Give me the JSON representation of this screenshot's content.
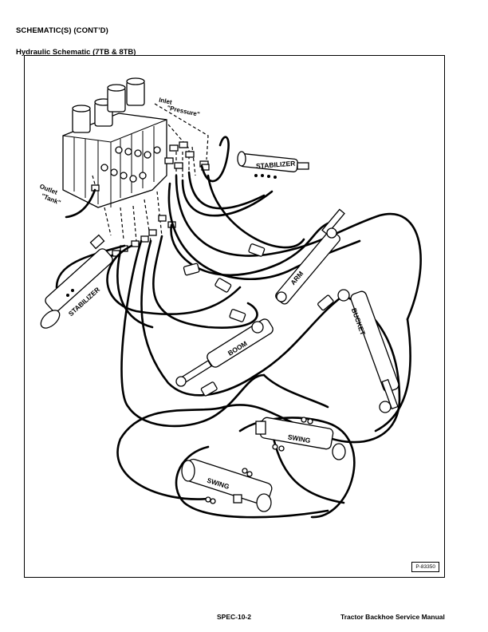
{
  "header": {
    "section_title": "SCHEMATIC(S) (CONT’D)",
    "figure_title": "Hydraulic Schematic (7TB & 8TB)"
  },
  "diagram": {
    "labels": {
      "inlet": "Inlet",
      "pressure": "\"Pressure\"",
      "outlet": "Outlet",
      "tank": "\"Tank\"",
      "stabilizer_right": "STABILIZER",
      "stabilizer_left": "STABILIZER",
      "arm": "ARM",
      "bucket": "BUCKET",
      "boom": "BOOM",
      "swing_right": "SWING",
      "swing_left": "SWING"
    },
    "figure_id": "P-83350"
  },
  "footer": {
    "page_number": "SPEC-10-2",
    "manual_title": "Tractor Backhoe Service Manual"
  }
}
